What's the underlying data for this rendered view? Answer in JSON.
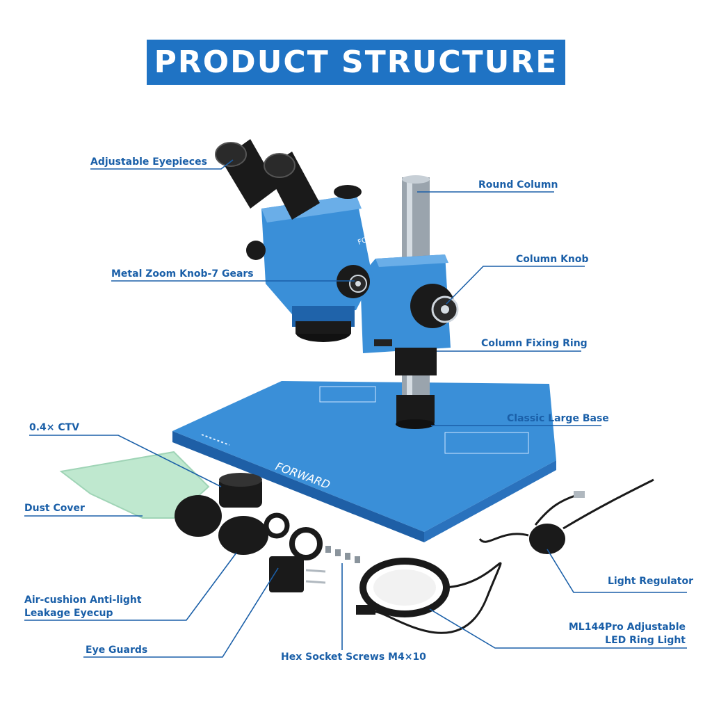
{
  "title": "PRODUCT STRUCTURE",
  "colors": {
    "brand_blue": "#1f73c4",
    "label_blue": "#1a5fa8",
    "product_blue": "#3a8fd8",
    "dark_blue": "#1e5fa6",
    "black": "#1a1a1a",
    "dust_cover_green": "#bfe8cf"
  },
  "brand_mark": "FORWARD",
  "labels": {
    "adjustable_eyepieces": "Adjustable Eyepieces",
    "round_column": "Round Column",
    "metal_zoom_knob": "Metal Zoom Knob-7 Gears",
    "column_knob": "Column Knob",
    "column_fixing_ring": "Column Fixing Ring",
    "classic_large_base": "Classic Large Base",
    "ctv": "0.4× CTV",
    "dust_cover": "Dust Cover",
    "eyecup_line1": "Air-cushion Anti-light",
    "eyecup_line2": "Leakage Eyecup",
    "eye_guards": "Eye Guards",
    "hex_screws": "Hex Socket Screws M4×10",
    "light_regulator": "Light Regulator",
    "ring_light_line1": "ML144Pro Adjustable",
    "ring_light_line2": "LED Ring Light"
  }
}
